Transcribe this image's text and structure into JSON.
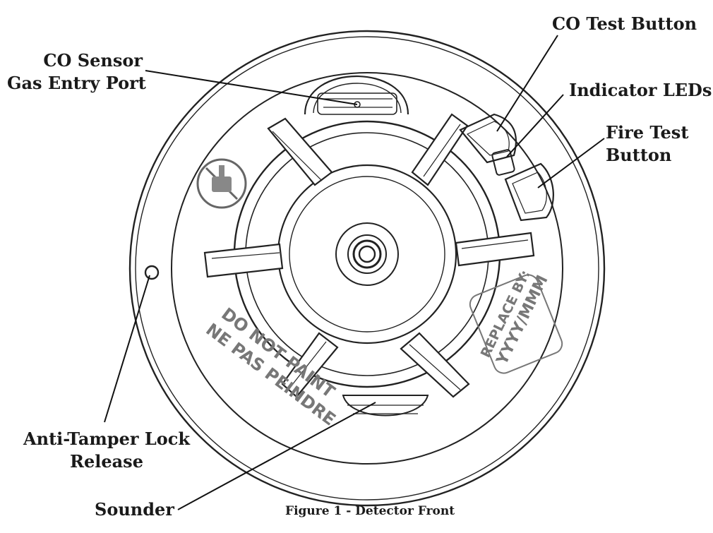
{
  "labels": {
    "co_sensor_line1": "CO Sensor",
    "co_sensor_line2": "Gas Entry Port",
    "co_test_button": "CO Test Button",
    "indicator_leds": "Indicator LEDs",
    "fire_test_line1": "Fire Test",
    "fire_test_line2": "Button",
    "anti_tamper_line1": "Anti-Tamper Lock",
    "anti_tamper_line2": "Release",
    "sounder": "Sounder"
  },
  "caption": "Figure 1 - Detector Front",
  "device_text": {
    "do_not_paint": "DO NOT PAINT",
    "ne_pas_peindre": "NE PAS PEINDRE",
    "replace_by": "REPLACE BY:",
    "replace_date": "YYYY/MMM"
  },
  "icons": {
    "no_paint": "no-paint-icon"
  }
}
